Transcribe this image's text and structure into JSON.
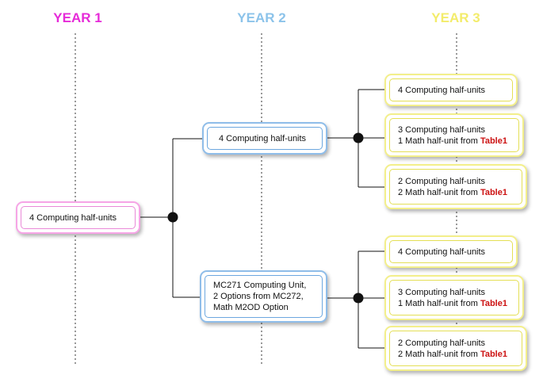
{
  "years": {
    "y1": {
      "label": "YEAR 1",
      "color": "#e62ad8"
    },
    "y2": {
      "label": "YEAR 2",
      "color": "#8cc3ea"
    },
    "y3": {
      "label": "YEAR 3",
      "color": "#f3ec6b"
    }
  },
  "year1": {
    "box": {
      "lines": [
        "4 Computing half-units"
      ]
    }
  },
  "year2": {
    "top": {
      "lines": [
        "4 Computing half-units"
      ]
    },
    "bottom": {
      "lines": [
        "MC271 Computing Unit,",
        "2 Options from MC272,",
        "Math M2OD Option"
      ]
    }
  },
  "year3": {
    "top": [
      {
        "line1": "4 Computing half-units"
      },
      {
        "line1": "3 Computing half-units",
        "line2": "1 Math half-unit from ",
        "table": "Table1"
      },
      {
        "line1": "2 Computing half-units",
        "line2": "2 Math half-unit from ",
        "table": "Table1"
      }
    ],
    "bottom": [
      {
        "line1": "4 Computing half-units"
      },
      {
        "line1": "3 Computing half-units",
        "line2": "1 Math half-unit from ",
        "table": "Table1"
      },
      {
        "line1": "2 Computing half-units",
        "line2": "2 Math half-unit from ",
        "table": "Table1"
      }
    ]
  }
}
